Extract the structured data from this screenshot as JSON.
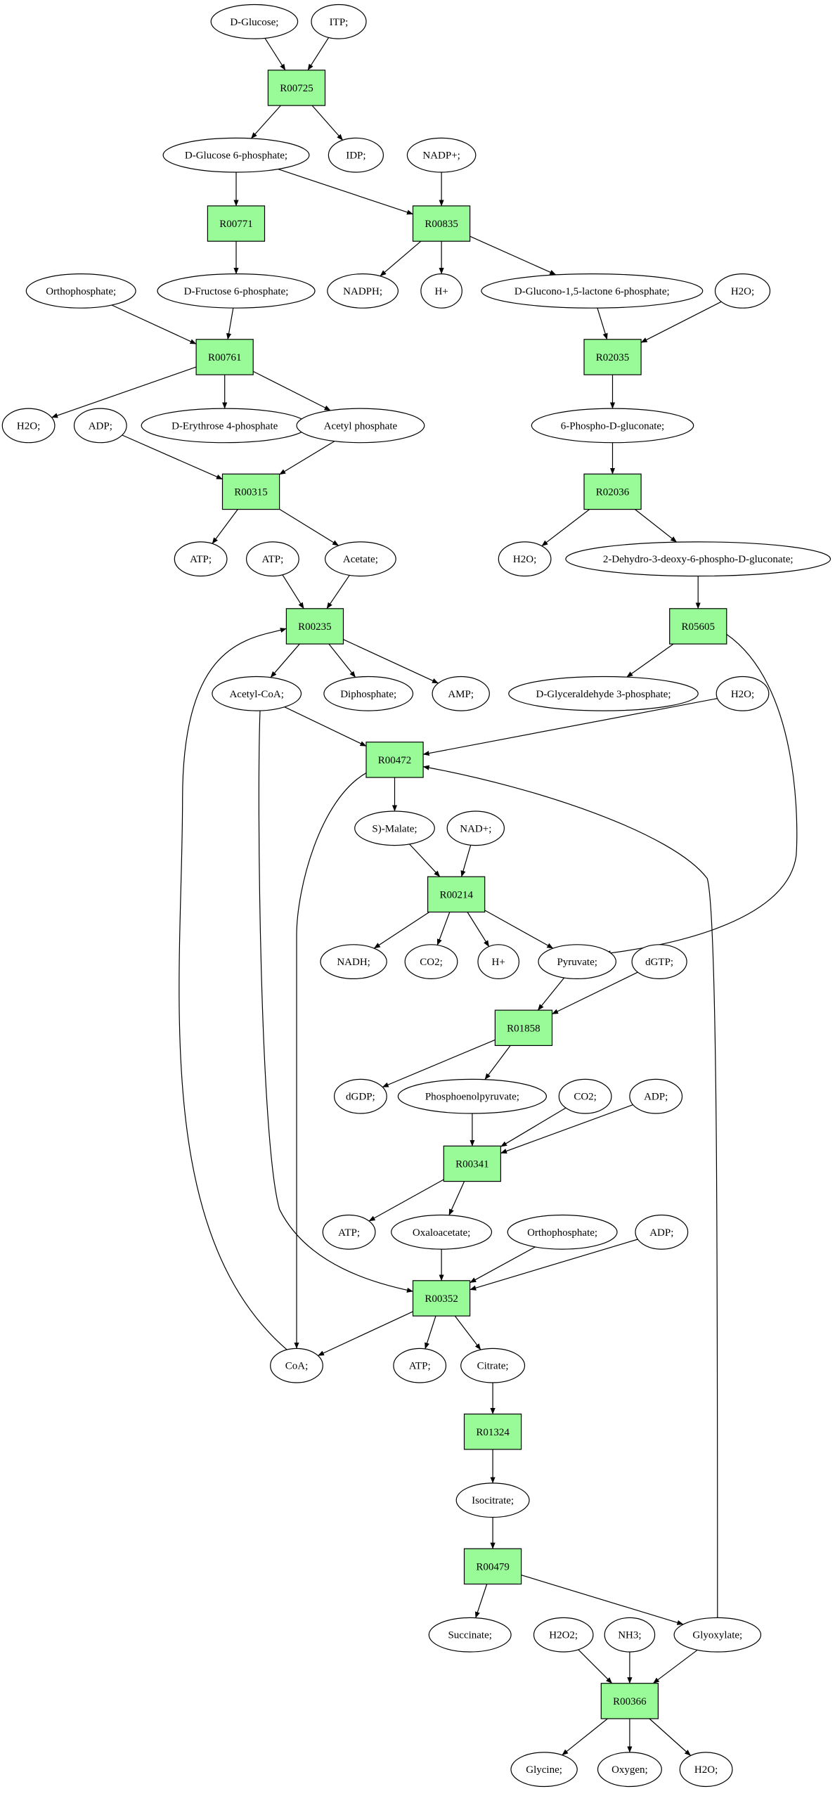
{
  "diagram": {
    "type": "metabolic-pathway-graph",
    "colors": {
      "reaction_fill": "#98fb98",
      "source_fill": "#00e000",
      "target_fill": "#ffff00",
      "compound_fill": "#ffffff"
    },
    "nodes": [
      {
        "id": "glucose",
        "label": "D-Glucose;",
        "kind": "compound",
        "role": "source"
      },
      {
        "id": "itp",
        "label": "ITP;",
        "kind": "compound"
      },
      {
        "id": "R00725",
        "label": "R00725",
        "kind": "reaction"
      },
      {
        "id": "g6p",
        "label": "D-Glucose 6-phosphate;",
        "kind": "compound"
      },
      {
        "id": "idp",
        "label": "IDP;",
        "kind": "compound"
      },
      {
        "id": "nadp",
        "label": "NADP+;",
        "kind": "compound"
      },
      {
        "id": "R00771",
        "label": "R00771",
        "kind": "reaction"
      },
      {
        "id": "R00835",
        "label": "R00835",
        "kind": "reaction"
      },
      {
        "id": "ortho1",
        "label": "Orthophosphate;",
        "kind": "compound"
      },
      {
        "id": "f6p",
        "label": "D-Fructose 6-phosphate;",
        "kind": "compound"
      },
      {
        "id": "nadph",
        "label": "NADPH;",
        "kind": "compound"
      },
      {
        "id": "hplus1",
        "label": "H+",
        "kind": "compound"
      },
      {
        "id": "glucono",
        "label": "D-Glucono-1,5-lactone 6-phosphate;",
        "kind": "compound"
      },
      {
        "id": "h2o_a",
        "label": "H2O;",
        "kind": "compound"
      },
      {
        "id": "R00761",
        "label": "R00761",
        "kind": "reaction"
      },
      {
        "id": "R02035",
        "label": "R02035",
        "kind": "reaction"
      },
      {
        "id": "h2o_b",
        "label": "H2O;",
        "kind": "compound"
      },
      {
        "id": "adp1",
        "label": "ADP;",
        "kind": "compound"
      },
      {
        "id": "e4p",
        "label": "D-Erythrose 4-phosphate",
        "kind": "compound"
      },
      {
        "id": "acp",
        "label": "Acetyl phosphate",
        "kind": "compound"
      },
      {
        "id": "pgluconate",
        "label": "6-Phospho-D-gluconate;",
        "kind": "compound"
      },
      {
        "id": "R00315",
        "label": "R00315",
        "kind": "reaction"
      },
      {
        "id": "R02036",
        "label": "R02036",
        "kind": "reaction"
      },
      {
        "id": "atp1",
        "label": "ATP;",
        "kind": "compound"
      },
      {
        "id": "atp2",
        "label": "ATP;",
        "kind": "compound"
      },
      {
        "id": "acetate",
        "label": "Acetate;",
        "kind": "compound"
      },
      {
        "id": "h2o_c",
        "label": "H2O;",
        "kind": "compound"
      },
      {
        "id": "kdpg",
        "label": "2-Dehydro-3-deoxy-6-phospho-D-gluconate;",
        "kind": "compound"
      },
      {
        "id": "R00235",
        "label": "R00235",
        "kind": "reaction"
      },
      {
        "id": "R05605",
        "label": "R05605",
        "kind": "reaction"
      },
      {
        "id": "acoa",
        "label": "Acetyl-CoA;",
        "kind": "compound"
      },
      {
        "id": "dipho",
        "label": "Diphosphate;",
        "kind": "compound"
      },
      {
        "id": "amp",
        "label": "AMP;",
        "kind": "compound"
      },
      {
        "id": "g3p",
        "label": "D-Glyceraldehyde 3-phosphate;",
        "kind": "compound"
      },
      {
        "id": "h2o_d",
        "label": "H2O;",
        "kind": "compound"
      },
      {
        "id": "R00472",
        "label": "R00472",
        "kind": "reaction"
      },
      {
        "id": "malate",
        "label": "S)-Malate;",
        "kind": "compound"
      },
      {
        "id": "nad",
        "label": "NAD+;",
        "kind": "compound"
      },
      {
        "id": "R00214",
        "label": "R00214",
        "kind": "reaction"
      },
      {
        "id": "nadh",
        "label": "NADH;",
        "kind": "compound"
      },
      {
        "id": "co2a",
        "label": "CO2;",
        "kind": "compound"
      },
      {
        "id": "hplus2",
        "label": "H+",
        "kind": "compound"
      },
      {
        "id": "pyruvate",
        "label": "Pyruvate;",
        "kind": "compound"
      },
      {
        "id": "dgtp",
        "label": "dGTP;",
        "kind": "compound"
      },
      {
        "id": "R01858",
        "label": "R01858",
        "kind": "reaction"
      },
      {
        "id": "dgdp",
        "label": "dGDP;",
        "kind": "compound"
      },
      {
        "id": "pep",
        "label": "Phosphoenolpyruvate;",
        "kind": "compound"
      },
      {
        "id": "co2b",
        "label": "CO2;",
        "kind": "compound"
      },
      {
        "id": "adp2",
        "label": "ADP;",
        "kind": "compound"
      },
      {
        "id": "R00341",
        "label": "R00341",
        "kind": "reaction"
      },
      {
        "id": "atp3",
        "label": "ATP;",
        "kind": "compound"
      },
      {
        "id": "oaa",
        "label": "Oxaloacetate;",
        "kind": "compound"
      },
      {
        "id": "ortho2",
        "label": "Orthophosphate;",
        "kind": "compound"
      },
      {
        "id": "adp3",
        "label": "ADP;",
        "kind": "compound"
      },
      {
        "id": "R00352",
        "label": "R00352",
        "kind": "reaction"
      },
      {
        "id": "coa",
        "label": "CoA;",
        "kind": "compound"
      },
      {
        "id": "atp4",
        "label": "ATP;",
        "kind": "compound"
      },
      {
        "id": "citrate",
        "label": "Citrate;",
        "kind": "compound"
      },
      {
        "id": "R01324",
        "label": "R01324",
        "kind": "reaction"
      },
      {
        "id": "isocitrate",
        "label": "Isocitrate;",
        "kind": "compound"
      },
      {
        "id": "R00479",
        "label": "R00479",
        "kind": "reaction"
      },
      {
        "id": "succinate",
        "label": "Succinate;",
        "kind": "compound"
      },
      {
        "id": "h2o2",
        "label": "H2O2;",
        "kind": "compound"
      },
      {
        "id": "nh3",
        "label": "NH3;",
        "kind": "compound"
      },
      {
        "id": "glyoxylate",
        "label": "Glyoxylate;",
        "kind": "compound"
      },
      {
        "id": "R00366",
        "label": "R00366",
        "kind": "reaction"
      },
      {
        "id": "glycine",
        "label": "Glycine;",
        "kind": "compound",
        "role": "target"
      },
      {
        "id": "oxygen",
        "label": "Oxygen;",
        "kind": "compound"
      },
      {
        "id": "h2o_e",
        "label": "H2O;",
        "kind": "compound"
      }
    ],
    "edges": [
      [
        "glucose",
        "R00725"
      ],
      [
        "itp",
        "R00725"
      ],
      [
        "R00725",
        "g6p"
      ],
      [
        "R00725",
        "idp"
      ],
      [
        "g6p",
        "R00771"
      ],
      [
        "g6p",
        "R00835"
      ],
      [
        "nadp",
        "R00835"
      ],
      [
        "R00771",
        "f6p"
      ],
      [
        "R00835",
        "nadph"
      ],
      [
        "R00835",
        "hplus1"
      ],
      [
        "R00835",
        "glucono"
      ],
      [
        "ortho1",
        "R00761"
      ],
      [
        "f6p",
        "R00761"
      ],
      [
        "glucono",
        "R02035"
      ],
      [
        "h2o_a",
        "R02035"
      ],
      [
        "R00761",
        "h2o_b"
      ],
      [
        "R00761",
        "e4p"
      ],
      [
        "R00761",
        "acp"
      ],
      [
        "R02035",
        "pgluconate"
      ],
      [
        "adp1",
        "R00315"
      ],
      [
        "acp",
        "R00315"
      ],
      [
        "pgluconate",
        "R02036"
      ],
      [
        "R00315",
        "atp1"
      ],
      [
        "R00315",
        "acetate"
      ],
      [
        "R02036",
        "h2o_c"
      ],
      [
        "R02036",
        "kdpg"
      ],
      [
        "atp2",
        "R00235"
      ],
      [
        "acetate",
        "R00235"
      ],
      [
        "coa",
        "R00235"
      ],
      [
        "kdpg",
        "R05605"
      ],
      [
        "R00235",
        "acoa"
      ],
      [
        "R00235",
        "dipho"
      ],
      [
        "R00235",
        "amp"
      ],
      [
        "R05605",
        "g3p"
      ],
      [
        "R05605",
        "pyruvate"
      ],
      [
        "acoa",
        "R00472"
      ],
      [
        "h2o_d",
        "R00472"
      ],
      [
        "glyoxylate",
        "R00472"
      ],
      [
        "acoa",
        "R00352"
      ],
      [
        "R00472",
        "malate"
      ],
      [
        "R00472",
        "coa"
      ],
      [
        "malate",
        "R00214"
      ],
      [
        "nad",
        "R00214"
      ],
      [
        "R00214",
        "nadh"
      ],
      [
        "R00214",
        "co2a"
      ],
      [
        "R00214",
        "hplus2"
      ],
      [
        "R00214",
        "pyruvate"
      ],
      [
        "pyruvate",
        "R01858"
      ],
      [
        "dgtp",
        "R01858"
      ],
      [
        "R01858",
        "dgdp"
      ],
      [
        "R01858",
        "pep"
      ],
      [
        "pep",
        "R00341"
      ],
      [
        "co2b",
        "R00341"
      ],
      [
        "adp2",
        "R00341"
      ],
      [
        "R00341",
        "atp3"
      ],
      [
        "R00341",
        "oaa"
      ],
      [
        "oaa",
        "R00352"
      ],
      [
        "ortho2",
        "R00352"
      ],
      [
        "adp3",
        "R00352"
      ],
      [
        "R00352",
        "coa"
      ],
      [
        "R00352",
        "atp4"
      ],
      [
        "R00352",
        "citrate"
      ],
      [
        "citrate",
        "R01324"
      ],
      [
        "R01324",
        "isocitrate"
      ],
      [
        "isocitrate",
        "R00479"
      ],
      [
        "R00479",
        "succinate"
      ],
      [
        "R00479",
        "glyoxylate"
      ],
      [
        "h2o2",
        "R00366"
      ],
      [
        "nh3",
        "R00366"
      ],
      [
        "glyoxylate",
        "R00366"
      ],
      [
        "R00366",
        "glycine"
      ],
      [
        "R00366",
        "oxygen"
      ],
      [
        "R00366",
        "h2o_e"
      ]
    ]
  }
}
